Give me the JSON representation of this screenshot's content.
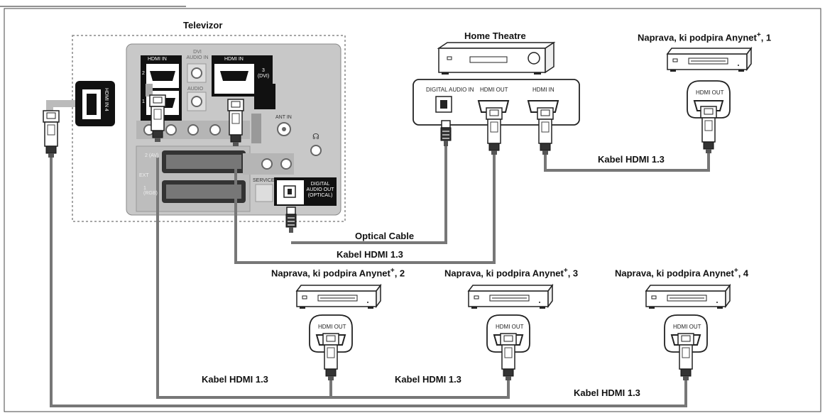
{
  "diagram": {
    "tv_label": "Televizor",
    "home_theatre_label": "Home Theatre",
    "device1_label": "Naprava, ki podpira Anynet",
    "device1_suffix": ", 1",
    "device2_label": "Naprava, ki podpira Anynet",
    "device2_suffix": ", 2",
    "device3_label": "Naprava, ki podpira Anynet",
    "device3_suffix": ", 3",
    "device4_label": "Naprava, ki podpira Anynet",
    "device4_suffix": ", 4",
    "plus_sign": "+",
    "optical_cable_label": "Optical Cable",
    "hdmi_cable_label": "Kabel HDMI 1.3",
    "tv_panel": {
      "hdmi_in": "HDMI IN",
      "hdmi_in_4": "HDMI IN 4",
      "port_2": "2",
      "port_1": "1",
      "port_3_dvi": "3 (DVI)",
      "dvi_audio_in": "DVI AUDIO IN",
      "audio": "AUDIO",
      "ant_in": "ANT IN",
      "ext": "EXT",
      "ext_2_av": "2 (AV)",
      "ext_1_rgb": "1 (RGB)",
      "service": "SERVICE",
      "digital_audio_out": "DIGITAL AUDIO OUT (OPTICAL)"
    },
    "ht_panel": {
      "digital_audio_in": "DIGITAL AUDIO IN",
      "hdmi_out": "HDMI OUT",
      "hdmi_in": "HDMI IN"
    },
    "device_port_label": "HDMI OUT"
  }
}
